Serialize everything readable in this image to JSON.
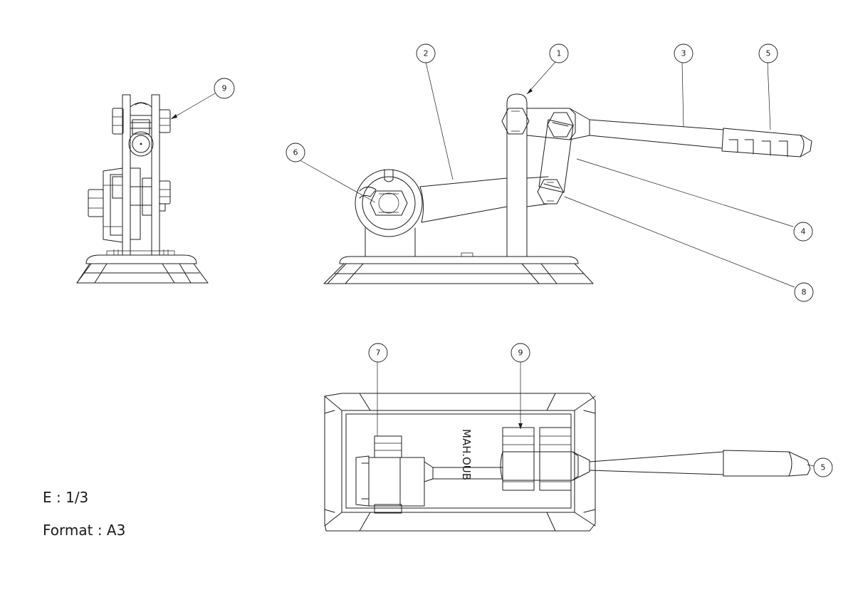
{
  "balloons": {
    "side_9": "9",
    "front_1": "1",
    "front_2": "2",
    "front_3": "3",
    "front_4": "4",
    "front_5": "5",
    "front_6": "6",
    "front_8": "8",
    "top_7": "7",
    "top_9": "9",
    "top_5": "5"
  },
  "engraving": "MAH.OUB",
  "scale_label": "E : 1/3",
  "format_label": "Format : A3"
}
